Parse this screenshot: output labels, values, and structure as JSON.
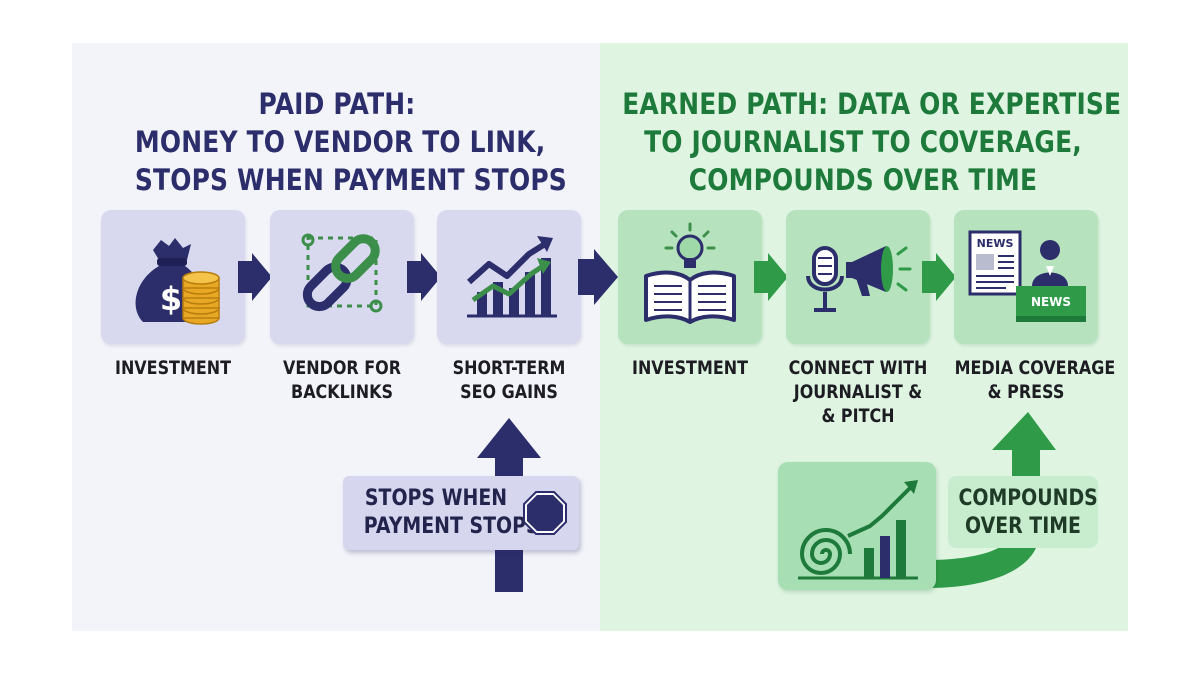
{
  "paid": {
    "title_lines": [
      "PAID PATH:",
      "MONEY TO VENDOR TO LINK,",
      "STOPS WHEN PAYMENT STOPS"
    ],
    "steps": [
      {
        "label_lines": [
          "INVESTMENT"
        ],
        "icon": "money-bag-coins-icon"
      },
      {
        "label_lines": [
          "VENDOR FOR",
          "BACKLINKS"
        ],
        "icon": "chain-link-icon"
      },
      {
        "label_lines": [
          "SHORT-TERM",
          "SEO GAINS"
        ],
        "icon": "growth-bar-chart-icon"
      }
    ],
    "stop_lines": [
      "STOPS WHEN",
      "PAYMENT STOPS"
    ],
    "stop_icon": "octagon-stop-icon",
    "color": "#2c2d6b"
  },
  "earned": {
    "title_lines": [
      "EARNED PATH: DATA OR EXPERTISE",
      "TO JOURNALIST TO COVERAGE,",
      "COMPOUNDS OVER TIME"
    ],
    "steps": [
      {
        "label_lines": [
          "INVESTMENT"
        ],
        "icon": "book-lightbulb-icon"
      },
      {
        "label_lines": [
          "CONNECT WITH",
          "JOURNALIST &",
          "& PITCH"
        ],
        "icon": "microphone-megaphone-icon"
      },
      {
        "label_lines": [
          "MEDIA COVERAGE",
          "& PRESS"
        ],
        "icon": "news-anchor-icon"
      }
    ],
    "compound_lines": [
      "COMPOUNDS",
      "OVER TIME"
    ],
    "compound_icon": "spiral-growth-chart-icon",
    "news_badges": [
      "NEWS",
      "NEWS"
    ],
    "color": "#1e7a3a"
  }
}
